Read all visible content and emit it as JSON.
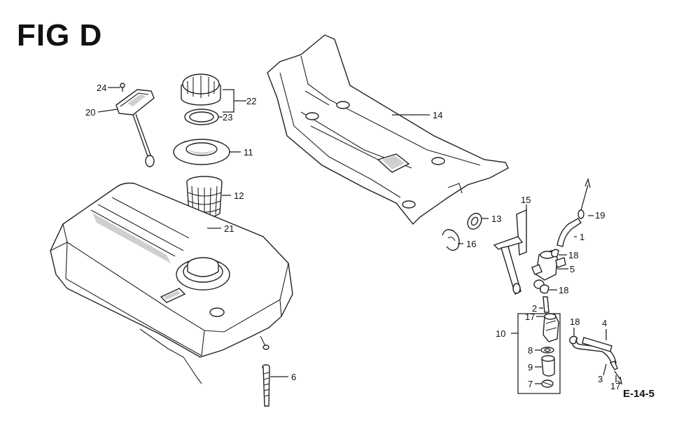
{
  "figure": {
    "title": "FIG D",
    "reference_code": "E-14-5"
  },
  "callouts": [
    "24",
    "20",
    "22",
    "23",
    "11",
    "12",
    "21",
    "6",
    "14",
    "13",
    "16",
    "15",
    "19",
    "1",
    "18",
    "5",
    "18",
    "2",
    "17",
    "10",
    "8",
    "9",
    "7",
    "18",
    "4",
    "3",
    "17"
  ]
}
